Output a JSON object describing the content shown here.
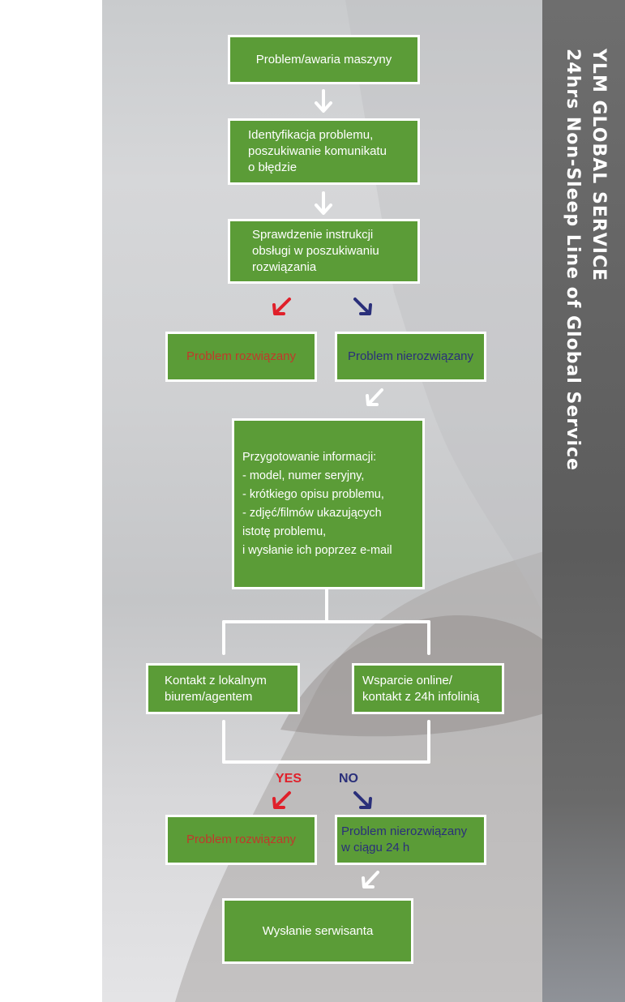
{
  "sidebar": {
    "line1": "YLM GLOBAL SERVICE",
    "line2": "24hrs Non-Sleep Line of Global Service"
  },
  "steps": {
    "s1": "Problem/awaria maszyny",
    "s2": "Identyfikacja problemu,\nposzukiwanie komunikatu\no błędzie",
    "s3": "Sprawdzenie instrukcji\nobsługi w poszukiwaniu\nrozwiązania",
    "solved1": "Problem rozwiązany",
    "unsolved1": "Problem nierozwiązany",
    "prepare": "Przygotowanie informacji:\n- model, numer seryjny,\n- krótkiego opisu problemu,\n- zdjęć/filmów ukazujących\nistotę problemu,\ni wysłanie ich poprzez e-mail",
    "local": "Kontakt z lokalnym\nbiurem/agentem",
    "online": "Wsparcie online/\nkontakt z 24h infolinią",
    "solved2": "Problem rozwiązany",
    "unsolved2": "Problem nierozwiązany\nw ciągu 24 h",
    "technician": "Wysłanie serwisanta"
  },
  "labels": {
    "yes": "YES",
    "no": "NO"
  },
  "colors": {
    "box_green": "#5b9c37",
    "yes_red": "#e0202a",
    "no_blue": "#2a2f7a",
    "sidebar_gray": "#606060"
  }
}
